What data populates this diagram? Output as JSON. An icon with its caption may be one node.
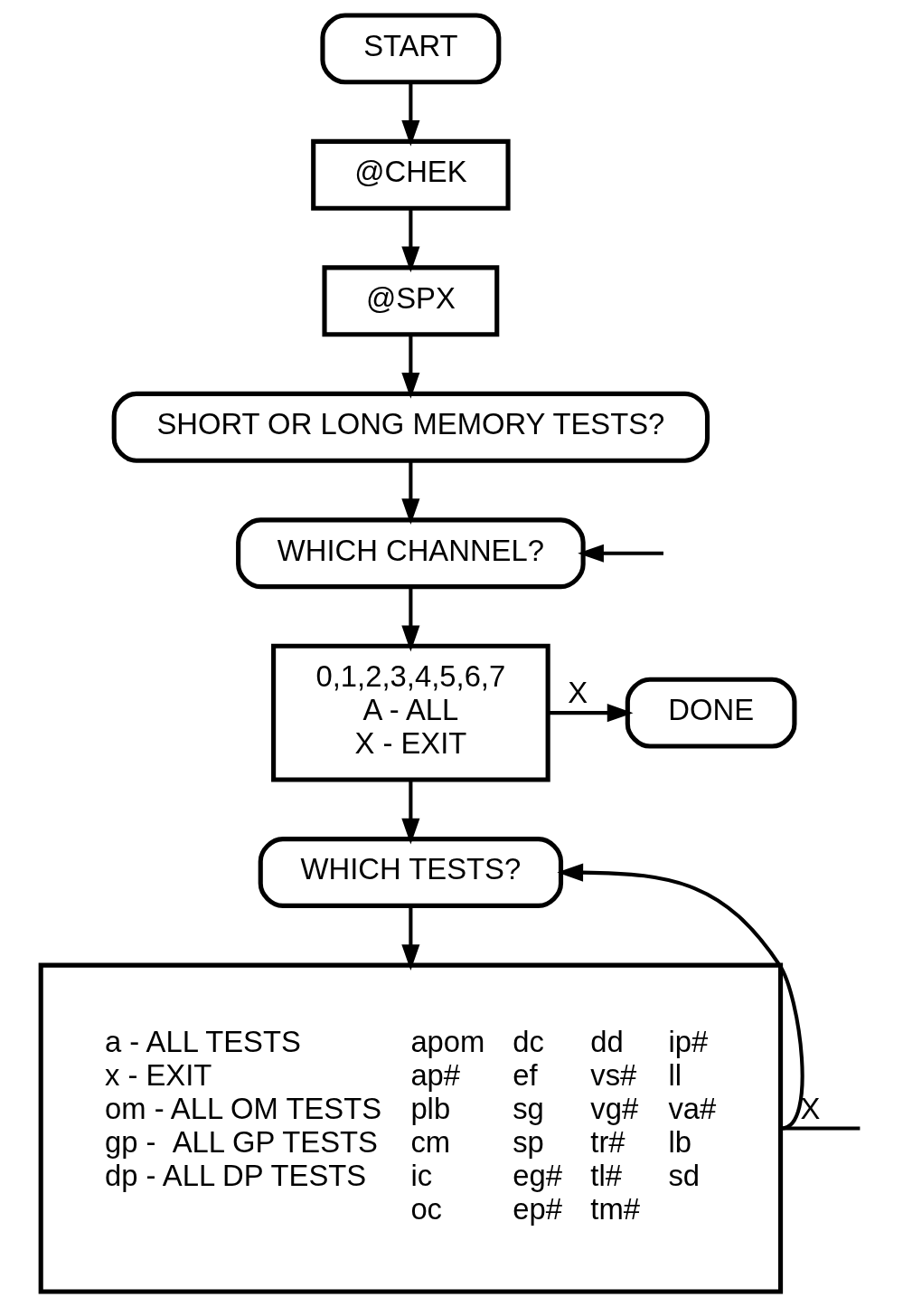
{
  "diagram": {
    "nodes": [
      {
        "text": [
          "START"
        ]
      },
      {
        "text": [
          "@CHEK"
        ]
      },
      {
        "text": [
          "@SPX"
        ]
      },
      {
        "text": [
          "SHORT OR LONG MEMORY TESTS?"
        ]
      },
      {
        "text": [
          "WHICH CHANNEL?"
        ]
      },
      {
        "text": [
          "0,1,2,3,4,5,6,7",
          "A - ALL",
          "X - EXIT"
        ]
      },
      {
        "text": [
          "DONE"
        ]
      },
      {
        "text": [
          "WHICH TESTS?"
        ]
      },
      {
        "text": [
          "a - ALL TESTS",
          "x - EXIT",
          "om - ALL OM TESTS",
          "gp -  ALL GP TESTS",
          "dp - ALL DP TESTS",
          "apom",
          "ap#",
          "plb",
          "cm",
          "ic",
          "oc",
          "dc",
          "ef",
          "sg",
          "sp",
          "eg#",
          "ep#",
          "dd",
          "vs#",
          "vg#",
          "tr#",
          "tl#",
          "tm#",
          "ip#",
          "ll",
          "va#",
          "lb",
          "sd"
        ]
      }
    ],
    "edges": [
      {
        "from": 0,
        "to": 1,
        "arrow": "to"
      },
      {
        "from": 1,
        "to": 2,
        "arrow": "to"
      },
      {
        "from": 2,
        "to": 3,
        "arrow": "to"
      },
      {
        "from": 3,
        "to": 4,
        "arrow": "to"
      },
      {
        "from": null,
        "to": 4,
        "arrow": "to"
      },
      {
        "from": 4,
        "to": 5,
        "arrow": "to"
      },
      {
        "from": 5,
        "to": 6,
        "label": "X",
        "arrow": "to"
      },
      {
        "from": 5,
        "to": 7,
        "arrow": "to"
      },
      {
        "from": 7,
        "to": 8,
        "arrow": "to"
      },
      {
        "from": 8,
        "to": 7,
        "arrow": "to"
      },
      {
        "from": 8,
        "to": null,
        "label": "X",
        "arrow": "none"
      }
    ]
  }
}
